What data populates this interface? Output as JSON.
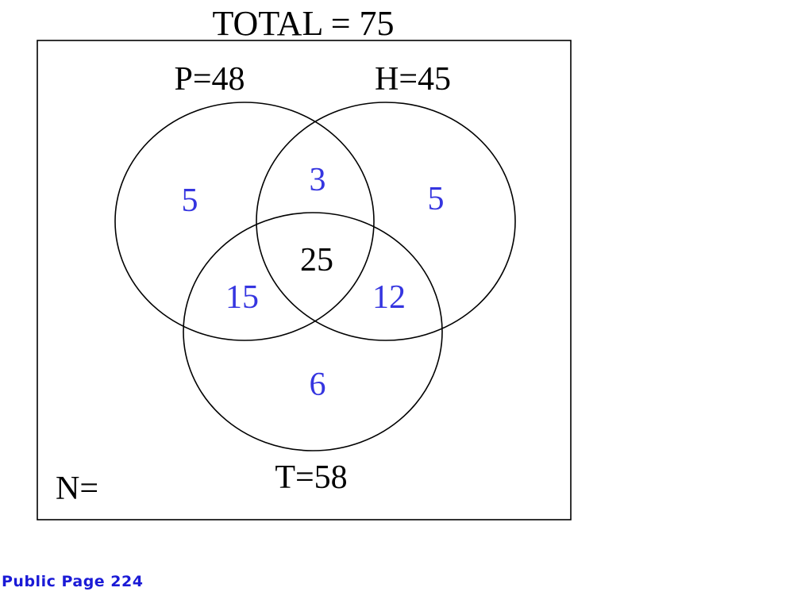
{
  "title": "TOTAL = 75",
  "sets": {
    "p": {
      "label": "P=48"
    },
    "h": {
      "label": "H=45"
    },
    "t": {
      "label": "T=58"
    }
  },
  "regions": {
    "p_only": "5",
    "p_h_only": "3",
    "h_only": "5",
    "p_h_t": "25",
    "p_t_only": "15",
    "h_t_only": "12",
    "t_only": "6"
  },
  "outside_label": "N=",
  "footer": "Public Page 224",
  "colors": {
    "region_text": "#3535e0",
    "center_text": "#000000",
    "footer_text": "#1a1ad6",
    "lines": "#000000"
  }
}
